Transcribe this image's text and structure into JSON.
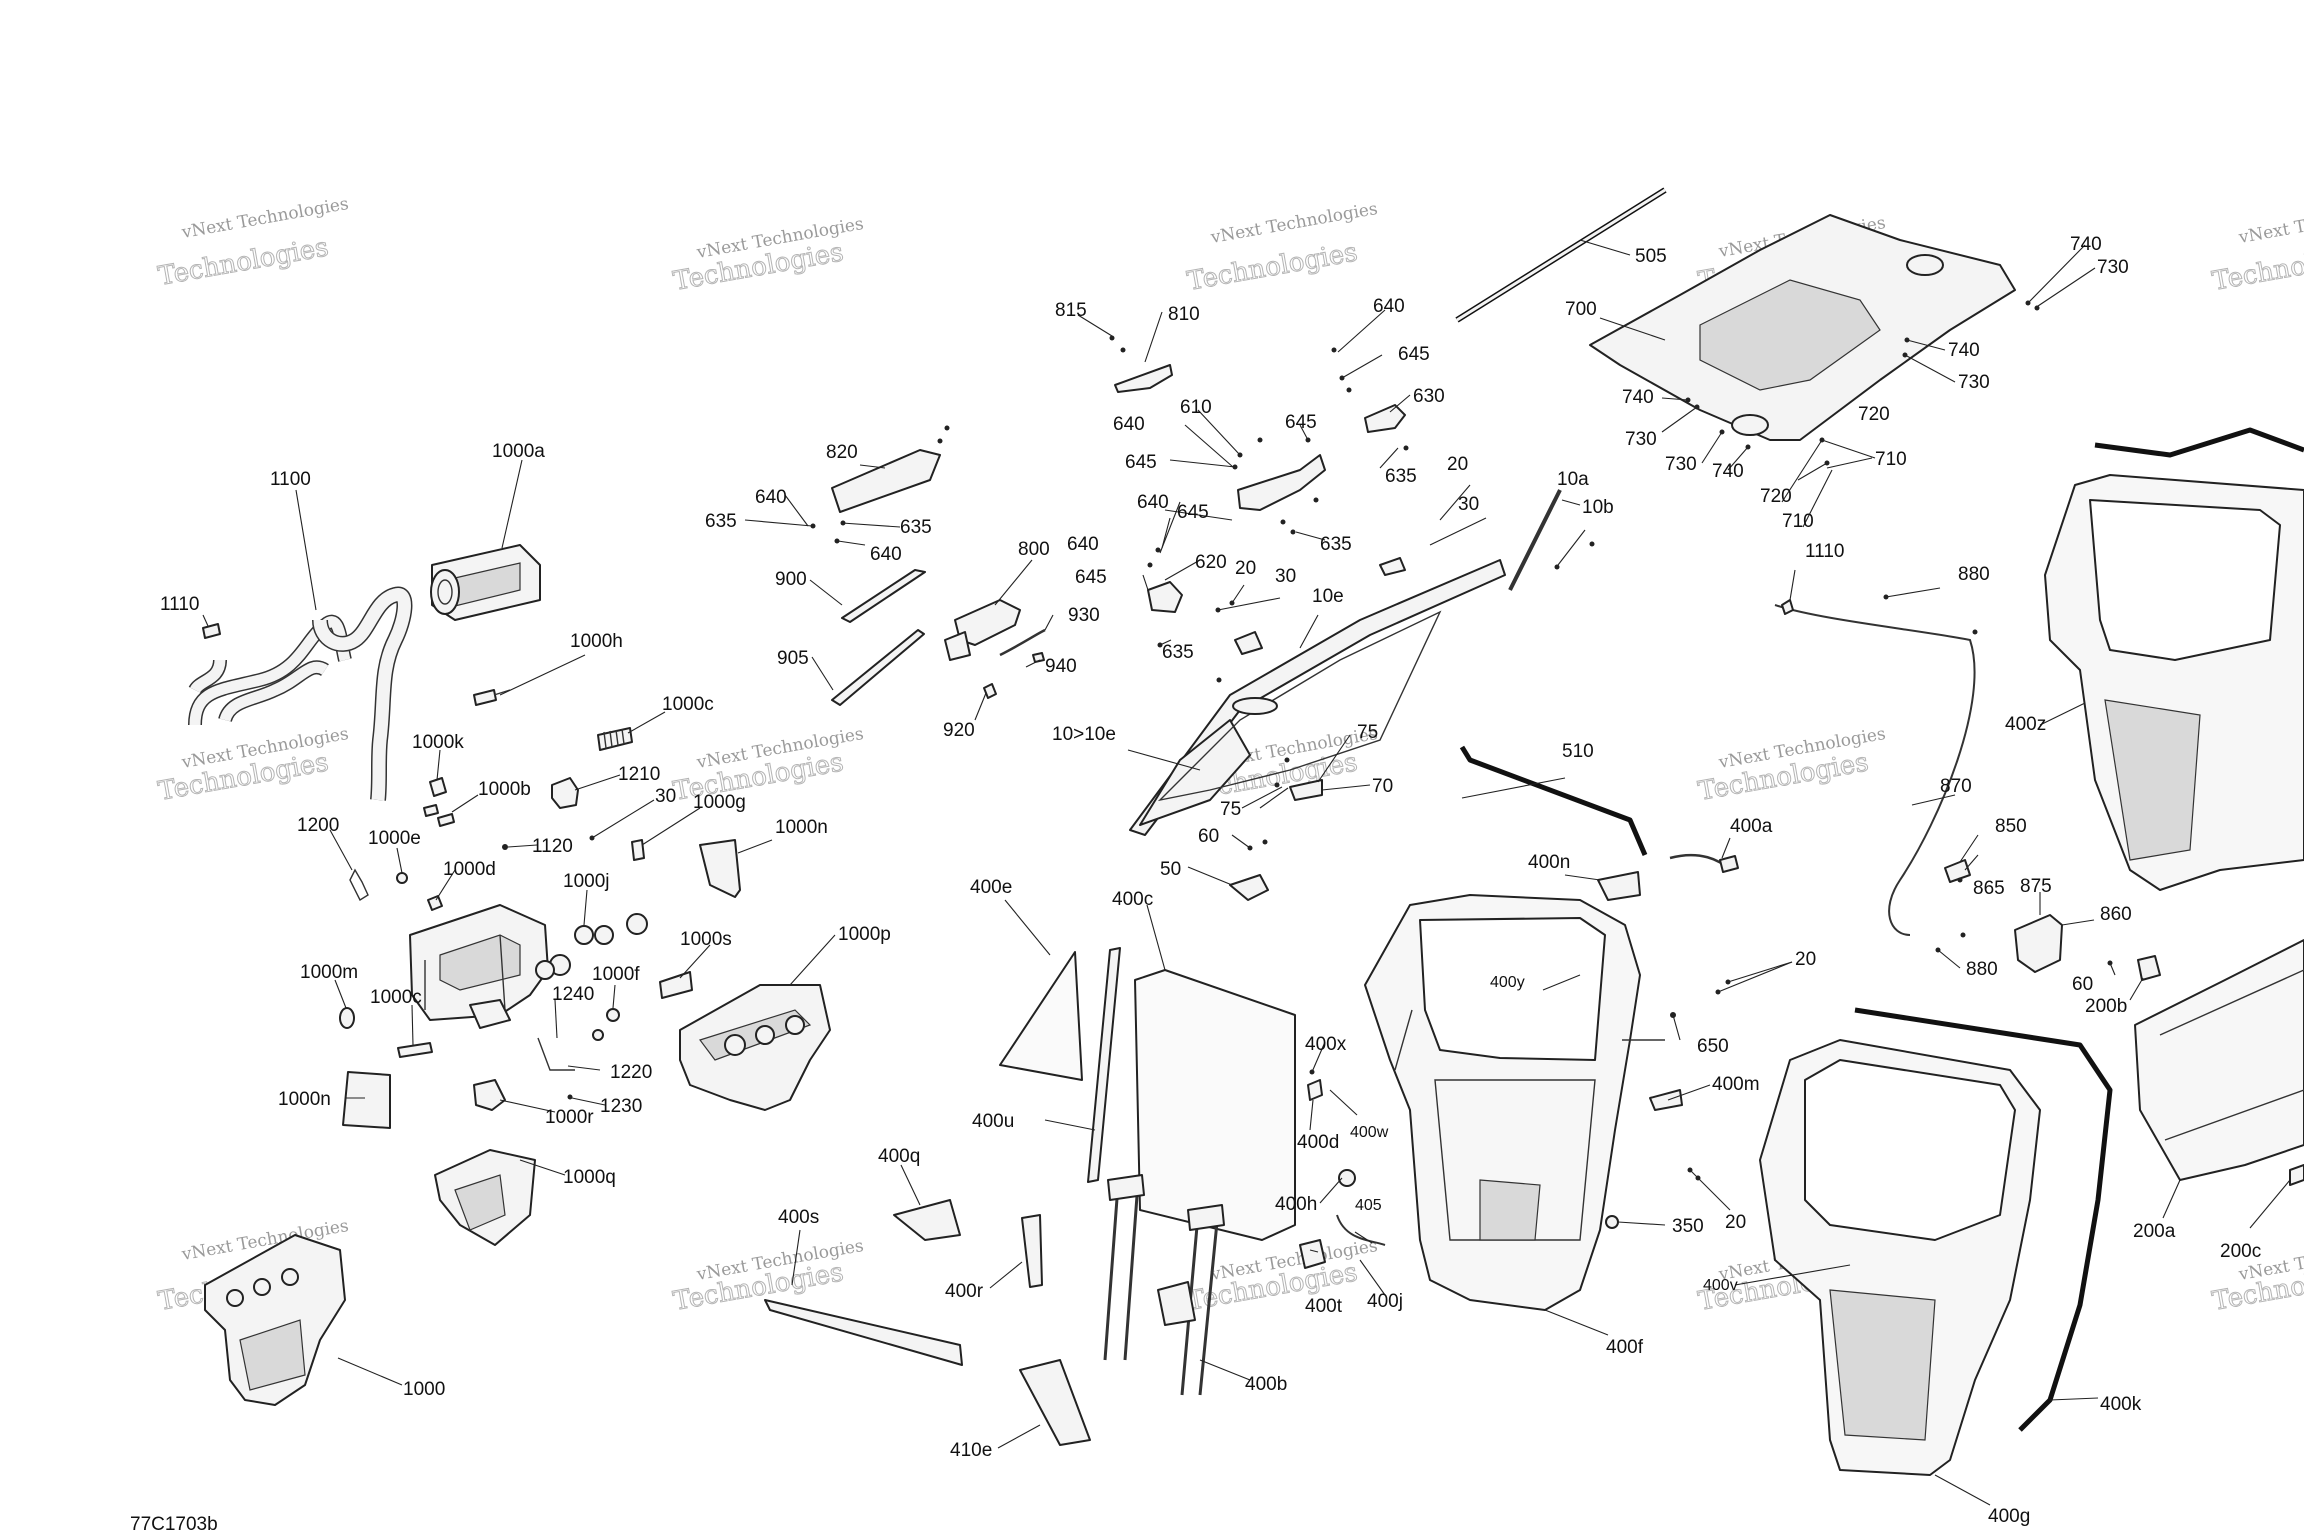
{
  "diagram_code": "77C1703b",
  "watermark": {
    "line1": "vNext Technologies",
    "line2": "Technologies"
  },
  "callouts": [
    "1100",
    "1000a",
    "1110",
    "1000h",
    "1000c",
    "1000k",
    "1000b",
    "1210",
    "30",
    "1000g",
    "1200",
    "1000e",
    "1000d",
    "1120",
    "1000n",
    "1000j",
    "1000s",
    "1000p",
    "1000m",
    "1000c",
    "1000f",
    "1240",
    "1220",
    "1000n",
    "1000r",
    "1230",
    "1000q",
    "1000",
    "820",
    "640",
    "635",
    "635",
    "640",
    "900",
    "905",
    "800",
    "930",
    "940",
    "920",
    "815",
    "810",
    "640",
    "645",
    "630",
    "610",
    "645",
    "640",
    "645",
    "635",
    "640",
    "645",
    "635",
    "640",
    "645",
    "620",
    "20",
    "30",
    "635",
    "20",
    "30",
    "10e",
    "10a",
    "10b",
    "10>10e",
    "75",
    "75",
    "70",
    "60",
    "50",
    "505",
    "700",
    "740",
    "730",
    "740",
    "730",
    "740",
    "730",
    "730",
    "740",
    "720",
    "710",
    "720",
    "710",
    "1110",
    "880",
    "510",
    "400a",
    "400n",
    "870",
    "850",
    "865",
    "875",
    "860",
    "880",
    "60",
    "200b",
    "400z",
    "20",
    "650",
    "400y",
    "400x",
    "400d",
    "400w",
    "400m",
    "20",
    "350",
    "400e",
    "400c",
    "400u",
    "400q",
    "400s",
    "400r",
    "400h",
    "405",
    "400t",
    "400j",
    "400f",
    "400b",
    "410e",
    "400v",
    "400k",
    "400g",
    "200a",
    "200c"
  ]
}
